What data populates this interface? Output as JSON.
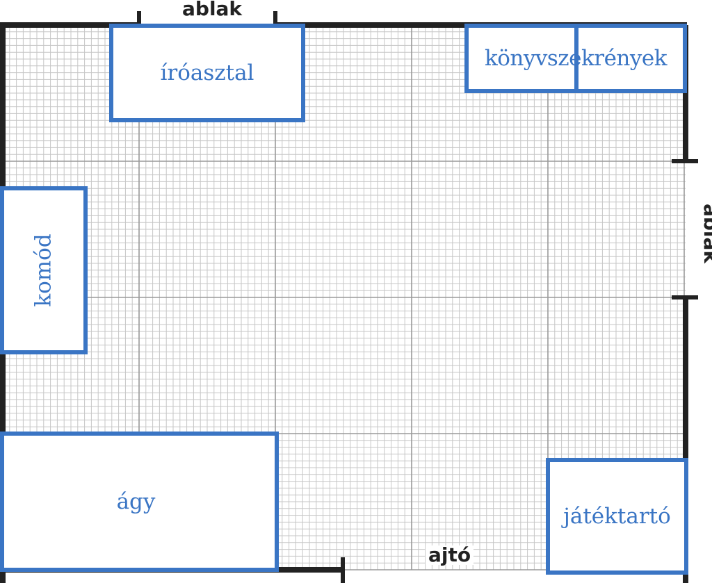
{
  "colors": {
    "wall": "#222222",
    "furniture_border": "#3a75c4",
    "furniture_text": "#3a75c4",
    "grid_minor": "#c6c6c6",
    "grid_major": "#9a9a9a"
  },
  "walls": {
    "top_window_label": "ablak",
    "right_window_label": "ablak",
    "door_label": "ajtó"
  },
  "furniture": {
    "desk": "íróasztal",
    "bookcase": "könyvszekrények",
    "dresser": "komód",
    "bed": "ágy",
    "toy_holder": "játéktartó"
  }
}
